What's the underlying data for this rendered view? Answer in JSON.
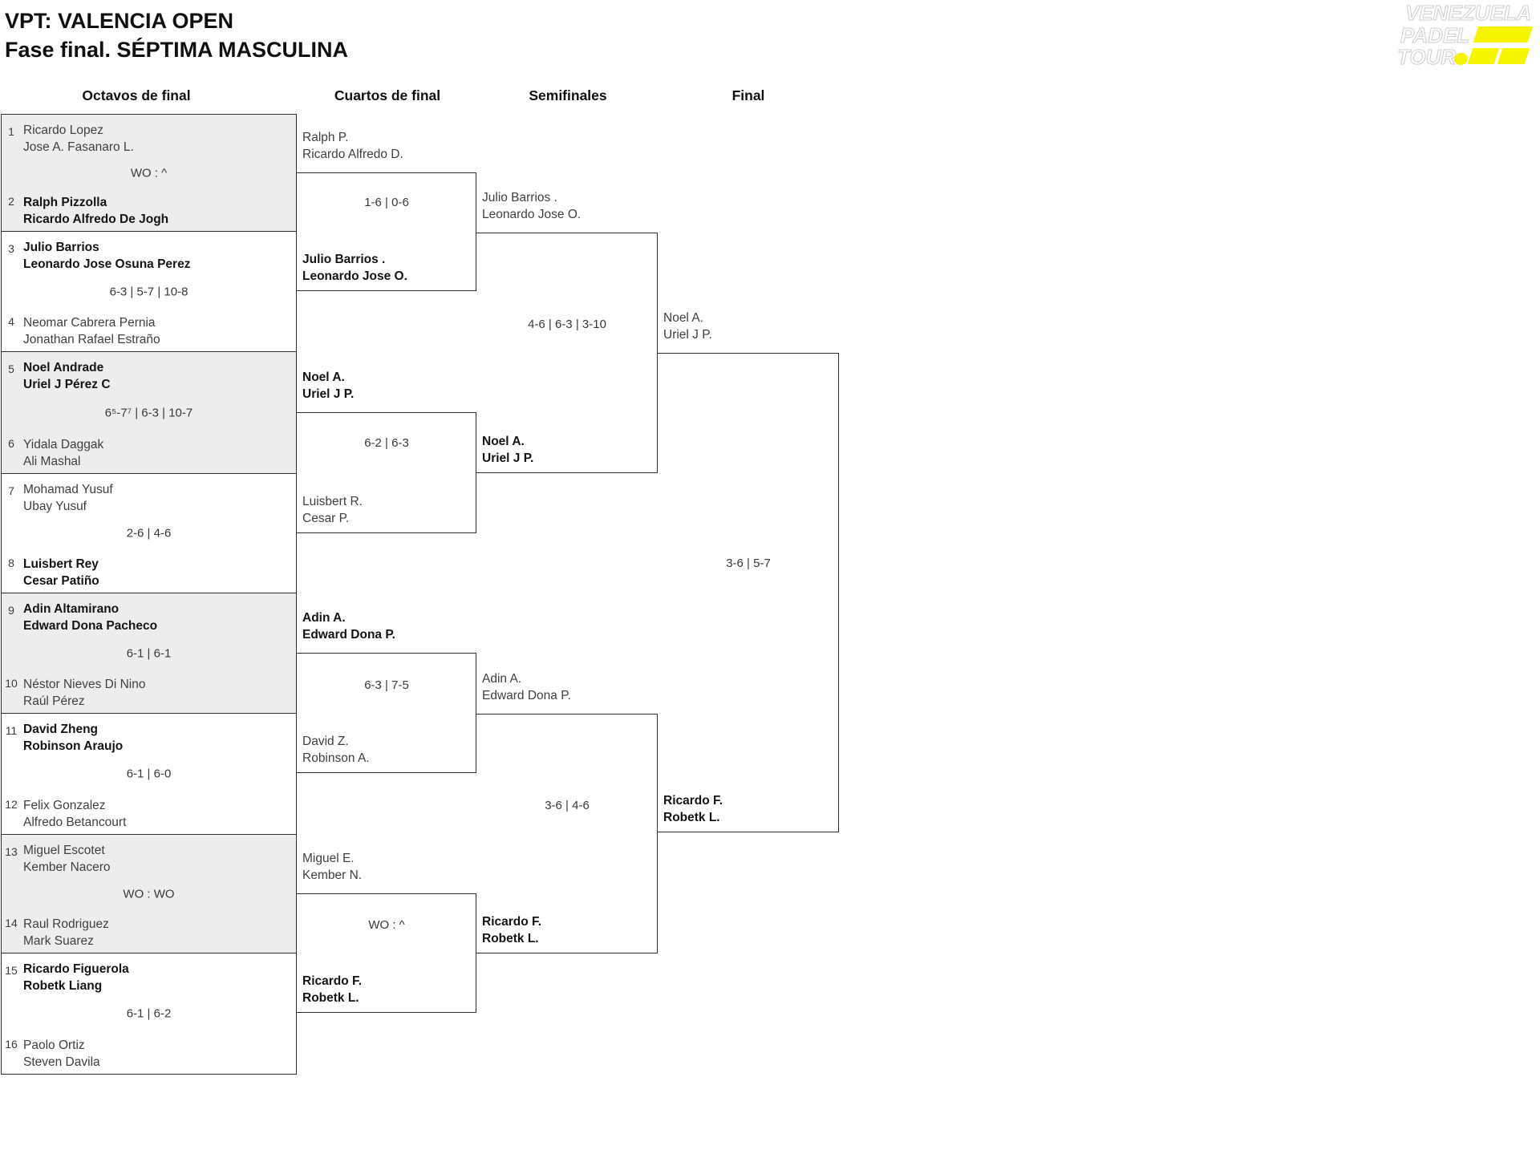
{
  "header": {
    "title_line1": "VPT: VALENCIA OPEN",
    "title_line2": "Fase final. SÉPTIMA MASCULINA"
  },
  "logo": {
    "line1": "VENEZUELA",
    "line2": "PADEL",
    "line3": "TOUR",
    "accent_color": "#F5F500"
  },
  "round_titles": {
    "r16": "Octavos de final",
    "qf": "Cuartos de final",
    "sf": "Semifinales",
    "f": "Final"
  },
  "r16": {
    "matches": [
      {
        "n1": "1",
        "t1l1": "Ricardo Lopez",
        "t1l2": "Jose A. Fasanaro L.",
        "score": "WO : ^",
        "n2": "2",
        "t2l1": "Ralph Pizzolla",
        "t2l2": "Ricardo Alfredo De Jogh",
        "winner": 2
      },
      {
        "n1": "3",
        "t1l1": "Julio Barrios",
        "t1l2": "Leonardo Jose Osuna Perez",
        "score": "6-3 | 5-7 | 10-8",
        "n2": "4",
        "t2l1": "Neomar Cabrera Pernia",
        "t2l2": "Jonathan Rafael Estraño",
        "winner": 1
      },
      {
        "n1": "5",
        "t1l1": "Noel Andrade",
        "t1l2": "Uriel J Pérez C",
        "score": "6⁵-7⁷ | 6-3 | 10-7",
        "n2": "6",
        "t2l1": "Yidala Daggak",
        "t2l2": "Ali Mashal",
        "winner": 1
      },
      {
        "n1": "7",
        "t1l1": "Mohamad Yusuf",
        "t1l2": "Ubay Yusuf",
        "score": "2-6 | 4-6",
        "n2": "8",
        "t2l1": "Luisbert Rey",
        "t2l2": "Cesar Patiño",
        "winner": 2
      },
      {
        "n1": "9",
        "t1l1": "Adin Altamirano",
        "t1l2": "Edward Dona Pacheco",
        "score": "6-1 | 6-1",
        "n2": "10",
        "t2l1": "Néstor Nieves Di Nino",
        "t2l2": "Raúl Pérez",
        "winner": 1
      },
      {
        "n1": "11",
        "t1l1": "David Zheng",
        "t1l2": "Robinson Araujo",
        "score": "6-1 | 6-0",
        "n2": "12",
        "t2l1": "Felix Gonzalez",
        "t2l2": "Alfredo Betancourt",
        "winner": 1
      },
      {
        "n1": "13",
        "t1l1": "Miguel Escotet",
        "t1l2": "Kember Nacero",
        "score": "WO : WO",
        "n2": "14",
        "t2l1": "Raul Rodriguez",
        "t2l2": "Mark Suarez",
        "winner": 0
      },
      {
        "n1": "15",
        "t1l1": "Ricardo Figuerola",
        "t1l2": "Robetk Liang",
        "score": "6-1 | 6-2",
        "n2": "16",
        "t2l1": "Paolo Ortiz",
        "t2l2": "Steven Davila",
        "winner": 1
      }
    ]
  },
  "qf": {
    "matches": [
      {
        "t1l1": "Ralph P.",
        "t1l2": "Ricardo Alfredo D.",
        "score": "1-6 | 0-6",
        "t2l1": "Julio Barrios .",
        "t2l2": "Leonardo Jose O.",
        "winner": 2
      },
      {
        "t1l1": "Noel A.",
        "t1l2": "Uriel J P.",
        "score": "6-2 | 6-3",
        "t2l1": "Luisbert R.",
        "t2l2": "Cesar P.",
        "winner": 1
      },
      {
        "t1l1": "Adin A.",
        "t1l2": "Edward Dona P.",
        "score": "6-3 | 7-5",
        "t2l1": "David Z.",
        "t2l2": "Robinson A.",
        "winner": 1
      },
      {
        "t1l1": "Miguel E.",
        "t1l2": "Kember N.",
        "score": "WO : ^",
        "t2l1": "Ricardo F.",
        "t2l2": "Robetk L.",
        "winner": 2
      }
    ]
  },
  "sf": {
    "matches": [
      {
        "t1l1": "Julio Barrios .",
        "t1l2": "Leonardo Jose O.",
        "score": "4-6 | 6-3 | 3-10",
        "t2l1": "Noel A.",
        "t2l2": "Uriel J P.",
        "winner": 2
      },
      {
        "t1l1": "Adin A.",
        "t1l2": "Edward Dona P.",
        "score": "3-6 | 4-6",
        "t2l1": "Ricardo F.",
        "t2l2": "Robetk L.",
        "winner": 2
      }
    ]
  },
  "f": {
    "match": {
      "t1l1": "Noel A.",
      "t1l2": "Uriel J P.",
      "score": "3-6 | 5-7",
      "t2l1": "Ricardo F.",
      "t2l2": "Robetk L.",
      "winner": 2
    }
  }
}
